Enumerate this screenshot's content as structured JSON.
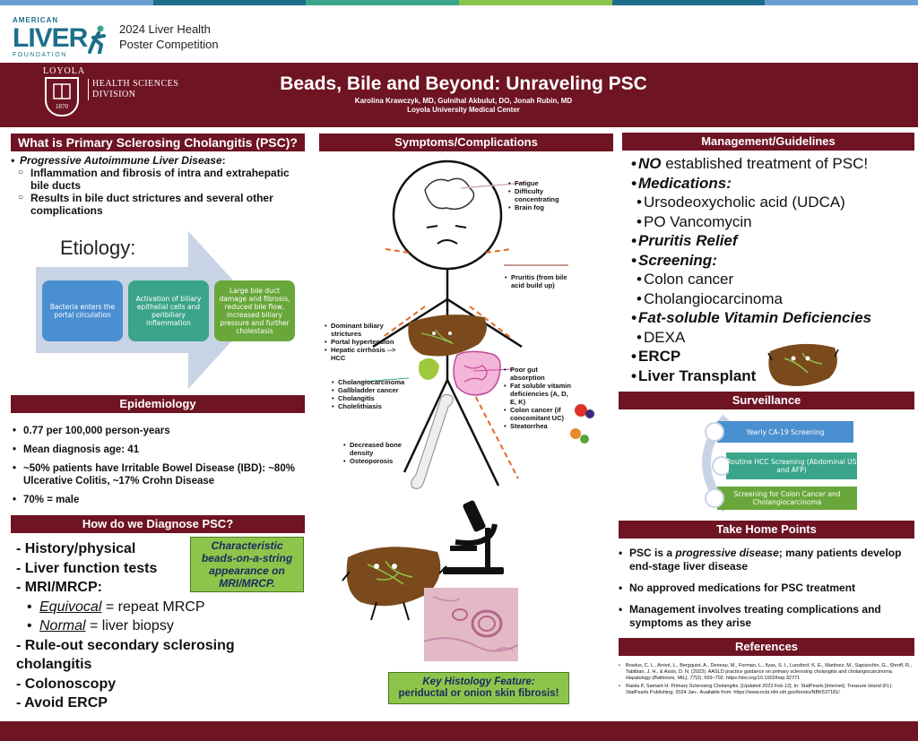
{
  "header": {
    "org_top": "AMERICAN",
    "org_big": "LIVER",
    "org_bottom": "FOUNDATION",
    "competition_line1": "2024 Liver Health",
    "competition_line2": "Poster Competition",
    "loyola_name": "LOYOLA",
    "loyola_year": "1870",
    "loyola_division_line1": "HEALTH SCIENCES",
    "loyola_division_line2": "DIVISION",
    "title": "Beads, Bile and Beyond: Unraveling PSC",
    "authors": "Karolina Krawczyk, MD, Gulnihal Akbulut, DO, Jonah Rubin, MD",
    "institution": "Loyola University Medical Center"
  },
  "what_is": {
    "heading": "What is Primary Sclerosing Cholangitis (PSC)?",
    "main_bullet": "Progressive Autoimmune Liver Disease",
    "main_suffix": ":",
    "sub1": "Inflammation and fibrosis of intra and extrahepatic bile ducts",
    "sub2": "Results in bile duct strictures and several other complications"
  },
  "etiology": {
    "title": "Etiology:",
    "steps": [
      {
        "text": "Bacteria enters the portal circulation",
        "color": "#4a8fd0"
      },
      {
        "text": "Activation of biliary epithelial cells and peribiliary inflammation",
        "color": "#3aa58a"
      },
      {
        "text": "Large bile duct damage and fibrosis, reduced bile flow, increased biliary pressure and further cholestasis",
        "color": "#6aa73a"
      }
    ]
  },
  "epidemiology": {
    "heading": "Epidemiology",
    "items": [
      "0.77 per 100,000 person-years",
      "Mean diagnosis age: 41",
      "~50% patients have Irritable Bowel Disease (IBD): ~80% Ulcerative Colitis, ~17% Crohn Disease",
      "70% = male"
    ]
  },
  "diagnose": {
    "heading": "How do we Diagnose PSC?",
    "items": [
      "- History/physical",
      "- Liver function tests",
      "- MRI/MRCP:"
    ],
    "sub1_u": "Equivocal",
    "sub1_rest": " = repeat MRCP",
    "sub2_u": "Normal",
    "sub2_rest": " = liver biopsy",
    "items2": [
      "- Rule-out secondary sclerosing cholangitis",
      "- Colonoscopy",
      "- Avoid ERCP"
    ],
    "callout": "Characteristic beads-on-a-string appearance on MRI/MRCP."
  },
  "symptoms": {
    "heading": "Symptoms/Complications",
    "brain": [
      "Fatigue",
      "Difficulty concentrating",
      "Brain fog"
    ],
    "skin": [
      "Pruritis (from bile acid build up)"
    ],
    "liver": [
      "Dominant biliary strictures",
      "Portal hypertension",
      "Hepatic cirrhosis --> HCC"
    ],
    "cancer": [
      "Cholangiocarcinoma",
      "Gallbladder cancer",
      "Cholangitis",
      "Cholelithiasis"
    ],
    "gut": [
      "Poor gut absorption",
      "Fat soluble vitamin deficiencies (A, D, E, K)",
      "Colon cancer (if concomitant UC)",
      "Steatorrhea"
    ],
    "bone": [
      "Decreased bone density",
      "Osteoporosis"
    ],
    "histology_callout_line1": "Key Histology Feature:",
    "histology_callout_line2": "periductal or onion skin fibrosis!"
  },
  "management": {
    "heading": "Management/Guidelines",
    "no_prefix": "NO",
    "no_rest": " established treatment of PSC!",
    "medications": "Medications:",
    "med_items": [
      "Ursodeoxycholic acid (UDCA)",
      "PO Vancomycin"
    ],
    "pruritis": "Pruritis Relief",
    "screening": "Screening:",
    "screen_items": [
      "Colon cancer",
      "Cholangiocarcinoma"
    ],
    "vitamin": "Fat-soluble Vitamin Deficiencies",
    "vitamin_items": [
      "DEXA"
    ],
    "ercp": "ERCP",
    "transplant": "Liver Transplant"
  },
  "surveillance": {
    "heading": "Surveillance",
    "items": [
      {
        "text": "Yearly CA-19 Screening",
        "color": "#4a8fd0"
      },
      {
        "text": "Routine HCC Screening (Abdominal US and AFP)",
        "color": "#3aa58a"
      },
      {
        "text": "Screening for Colon Cancer and Cholangiocarcinoma",
        "color": "#6aa73a"
      }
    ]
  },
  "take_home": {
    "heading": "Take Home Points",
    "item1_a": "PSC is a ",
    "item1_em": "progressive disease",
    "item1_b": "; many patients develop end-stage liver disease",
    "item2": "No approved medications for PSC treatment",
    "item3": "Management involves treating complications and symptoms as they arise"
  },
  "references": {
    "heading": "References",
    "ref1_a": "Bowlus, C. L., Arrivé, L., Bergquist, A., Deneau, M., Forman, L., Ilyas, S. I., Lunsford, K. E., Martinez, M., Sapisochin, G., Shroff, R., Tabibian, J. H., & Assis, D. N. (2023). AASLD practice guidance on primary sclerosing cholangitis and cholangiocarcinoma. ",
    "ref1_journal": "Hepatology (Baltimore, Md.), 77",
    "ref1_b": "(2), 659–702. https://doi.org/10.1002/hep.32771",
    "ref2": "Rawla P, Samant H. Primary Sclerosing Cholangitis. [Updated 2023 Feb 12]. In: StatPearls [Internet]. Treasure Island (FL): StatPearls Publishing; 2024 Jan-. Available from: https://www.ncbi.nlm.nih.gov/books/NBK537181/"
  },
  "colors": {
    "maroon": "#6e1423",
    "green_callout": "#8dc54b",
    "arrow": "#c9d3e6",
    "liver": "#7a4a1c"
  }
}
